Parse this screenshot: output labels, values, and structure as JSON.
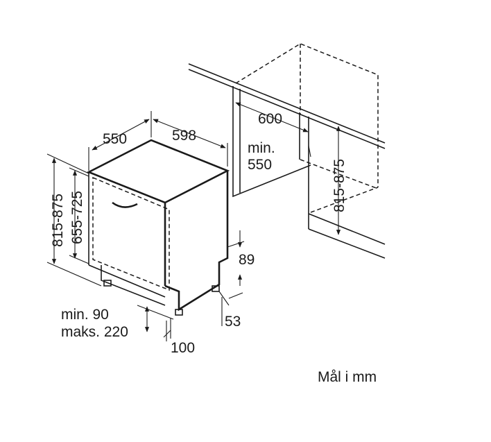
{
  "labels": {
    "depth_550": "550",
    "width_598": "598",
    "niche_width_600": "600",
    "niche_depth_line1": "min.",
    "niche_depth_line2": "550",
    "niche_height": "815-875",
    "total_height": "815-875",
    "body_height": "655-725",
    "plinth_89": "89",
    "plinth_53": "53",
    "door_gap_line1": "min. 90",
    "door_gap_line2": "maks. 220",
    "feet_100": "100",
    "units_note": "Mål i mm"
  },
  "colors": {
    "line": "#1a1a1a",
    "background": "#ffffff"
  }
}
